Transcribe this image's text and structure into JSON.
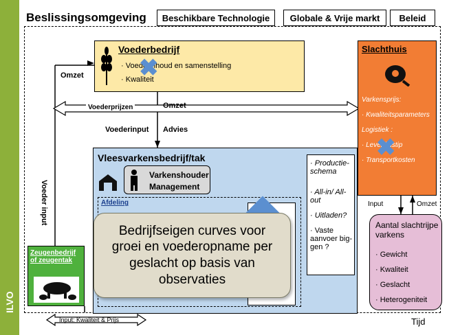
{
  "sidebar": {
    "label": "ILVO"
  },
  "title": "Beslissingsomgeving",
  "top_boxes": {
    "tech": "Beschikbare Technologie",
    "market": "Globale & Vrije markt",
    "policy": "Beleid"
  },
  "voederbedrijf": {
    "title": "Voederbedrijf",
    "item1": "Voederinhoud en samenstelling",
    "item2": "Kwaliteit"
  },
  "slachthuis": {
    "title": "Slachthuis",
    "prijs": "Varkensprijs:",
    "kwal": "Kwaliteitsparameters",
    "logistiek": "Logistiek :",
    "lever": "Levertijdstip",
    "transport": "Transportkosten"
  },
  "labels": {
    "omzet_left": "Omzet",
    "voederprijzen": "Voederprijzen",
    "omzet_mid": "Omzet",
    "voederinput": "Voederinput",
    "advies": "Advies",
    "voeder_input": "Voeder input",
    "input": "Input",
    "omzet_right": "Omzet",
    "input_bottom": "Input: Kwaliteit & Prijs",
    "tijd": "Tijd"
  },
  "vlees": {
    "title": "Vleesvarkensbedrijf/tak",
    "vh_line1": "Varkenshouder",
    "vh_line2": "Management",
    "afdeling": "Afdeling"
  },
  "productie": {
    "p1": "Productie-schema",
    "p2": "All-in/ All-out",
    "p3": "Uitladen?",
    "p4": "Vaste aanvoer big-gen ?"
  },
  "zeugen": {
    "title": "Zeugenbedrijf of zeugentak"
  },
  "aantal": {
    "title": "Aantal slachtrijpe varkens",
    "items": [
      "Gewicht",
      "Kwaliteit",
      "Geslacht",
      "Heterogeniteit"
    ]
  },
  "overlay": {
    "text": "Bedrijfseigen curves voor groei en voederopname per geslacht op basis van observaties"
  },
  "colors": {
    "sidebar": "#8db03a",
    "voeder": "#fde9a7",
    "slacht": "#f27d34",
    "vlees": "#bfd7ee",
    "zeugen": "#4fb13d",
    "aantal": "#e6bed7"
  }
}
